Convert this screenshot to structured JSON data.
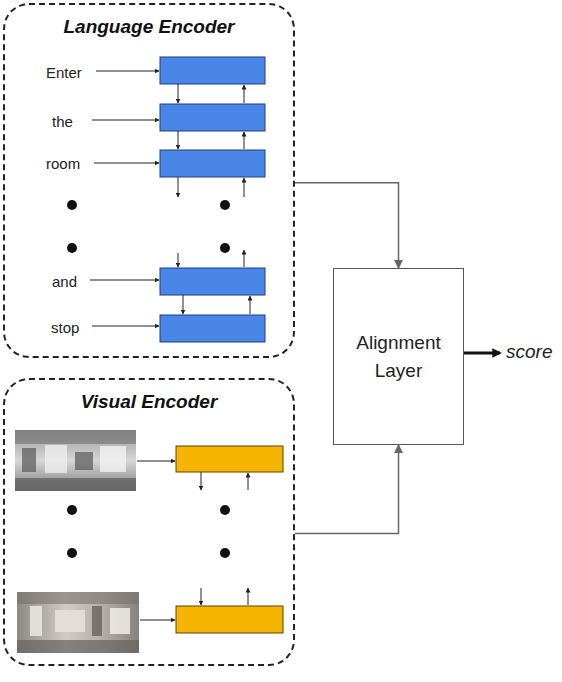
{
  "diagram": {
    "nodes": [
      {
        "text": [
          "Language Encoder"
        ]
      },
      {
        "text": [
          "Visual Encoder"
        ]
      },
      {
        "text": [
          "Alignment Layer"
        ]
      }
    ],
    "edges": [
      {
        "from": 0,
        "to": 2,
        "arrow": "to"
      },
      {
        "from": 1,
        "to": 2,
        "arrow": "to"
      }
    ],
    "labels": [
      "Enter",
      "the",
      "room",
      "and",
      "stop",
      "score"
    ]
  }
}
